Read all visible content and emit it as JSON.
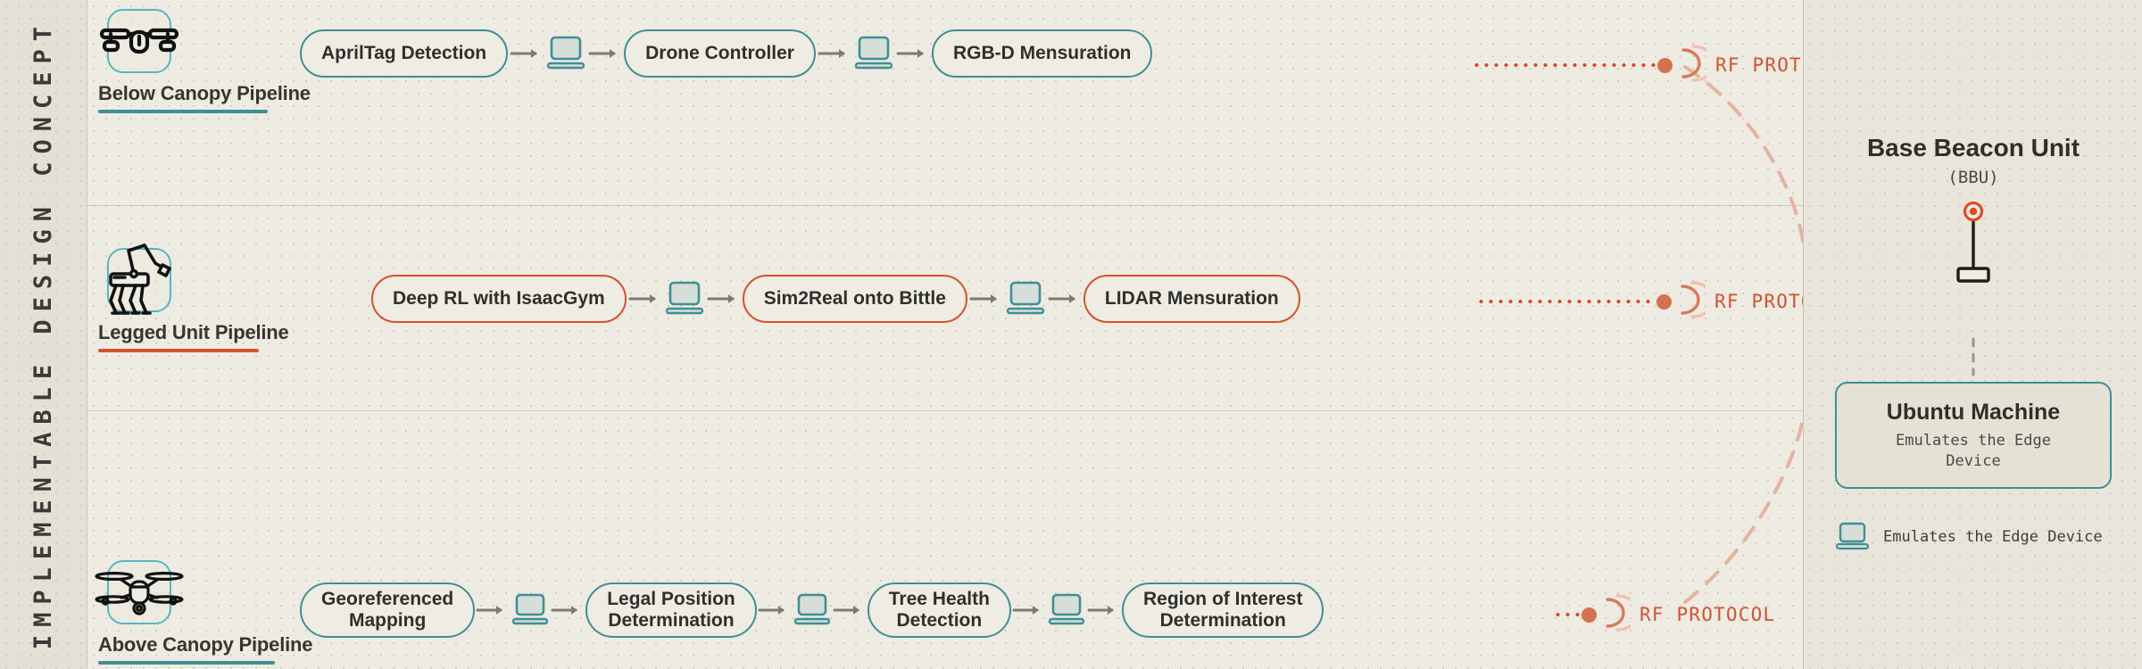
{
  "sidebar": {
    "title": "IMPLEMENTABLE DESIGN CONCEPT"
  },
  "colors": {
    "background": "#eeebe2",
    "sidebar_bg": "#e4e0d5",
    "teal": "#3f8f96",
    "teal_icon": "#57b6c4",
    "orange": "#d4522c",
    "rf_red": "#cf5433",
    "rf_dot": "#d4714f",
    "text_dark": "#2f2f2c",
    "arrow_gray": "#7b7a73"
  },
  "pipelines": [
    {
      "id": "below-canopy",
      "label": "Below Canopy Pipeline",
      "icon": "quadcopter-side-icon",
      "accent": "#3f8f96",
      "node_style": "teal",
      "nodes": [
        "AprilTag Detection",
        "Drone Controller",
        "RGB-D Mensuration"
      ],
      "edge_icons": [
        "laptop-icon",
        "laptop-icon"
      ],
      "rf": {
        "label": "RF PROTOCOL",
        "icon": "rf-waves-icon"
      }
    },
    {
      "id": "legged-unit",
      "label": "Legged Unit Pipeline",
      "icon": "quadruped-robot-icon",
      "accent": "#d4522c",
      "node_style": "orange",
      "nodes": [
        "Deep RL with IsaacGym",
        "Sim2Real onto Bittle",
        "LIDAR Mensuration"
      ],
      "edge_icons": [
        "laptop-icon",
        "laptop-icon"
      ],
      "rf": {
        "label": "RF PROTOCOL",
        "icon": "rf-waves-icon"
      }
    },
    {
      "id": "above-canopy",
      "label": "Above Canopy Pipeline",
      "icon": "quadcopter-top-icon",
      "accent": "#3f8f96",
      "node_style": "teal",
      "nodes": [
        "Georeferenced\nMapping",
        "Legal Position\nDetermination",
        "Tree Health\nDetection",
        "Region of Interest\nDetermination"
      ],
      "edge_icons": [
        "laptop-icon",
        "laptop-icon",
        "laptop-icon"
      ],
      "rf": {
        "label": "RF PROTOCOL",
        "icon": "rf-waves-icon"
      }
    }
  ],
  "right_panel": {
    "title": "Base Beacon Unit",
    "subtitle": "(BBU)",
    "beacon_icon": "antenna-beacon-icon",
    "machine": {
      "name": "Ubuntu Machine",
      "description": "Emulates the Edge\nDevice"
    },
    "legend": {
      "icon": "laptop-icon",
      "text": "Emulates the Edge Device"
    }
  }
}
